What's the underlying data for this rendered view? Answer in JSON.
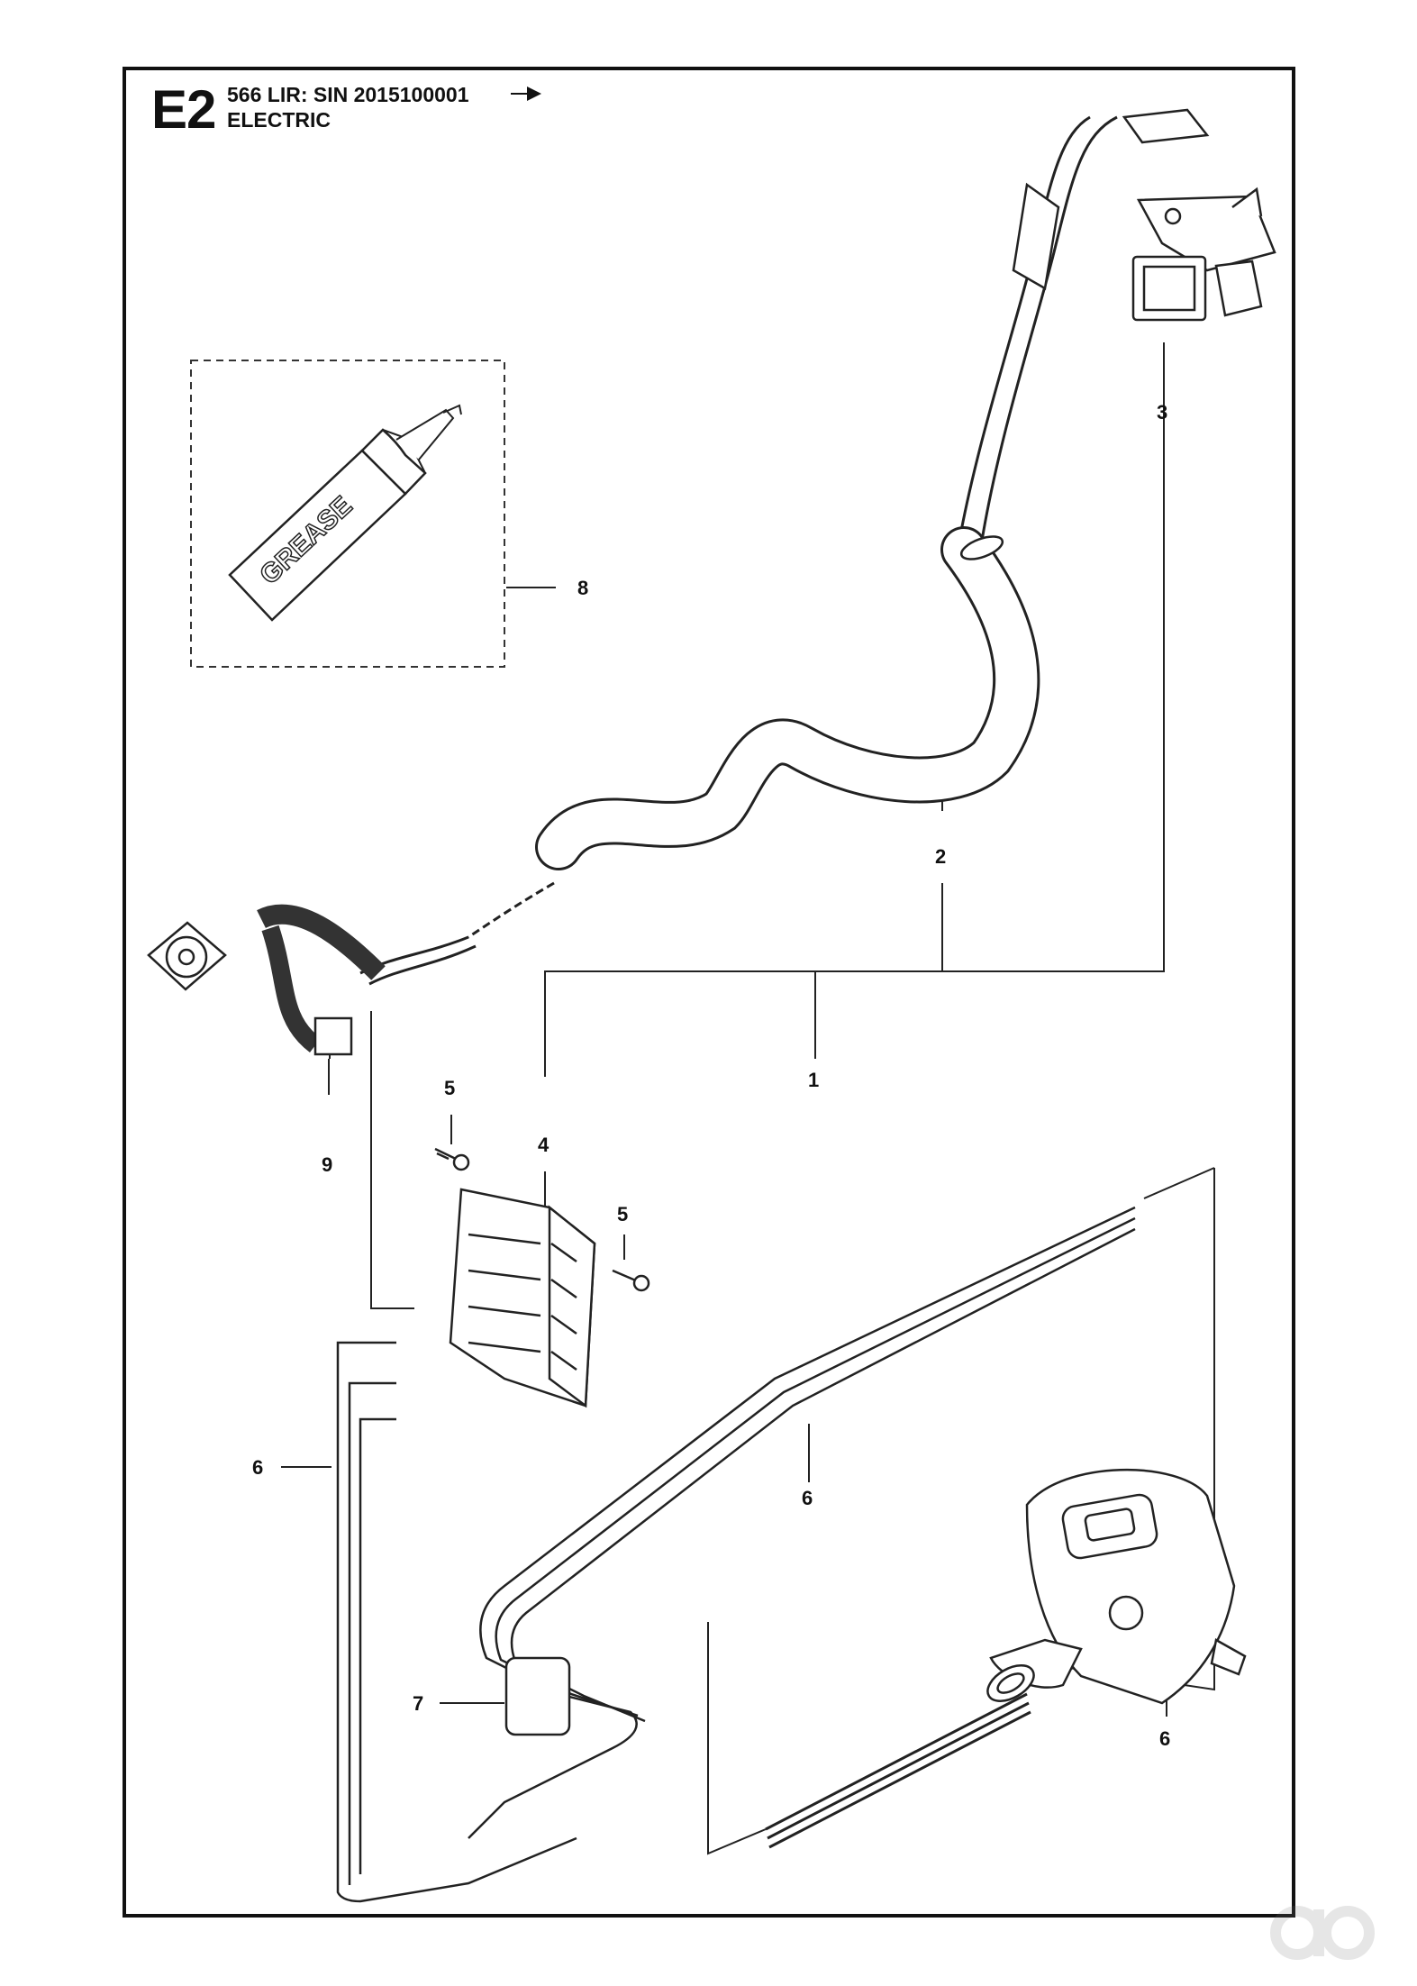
{
  "header": {
    "section_code": "E2",
    "model_line": "566 LIR: SIN  2015100001",
    "section_title": "ELECTRIC"
  },
  "parts": {
    "grease_label": "GREASE",
    "callouts": [
      "1",
      "2",
      "3",
      "4",
      "5",
      "5",
      "6",
      "6",
      "6",
      "7",
      "8",
      "9"
    ]
  },
  "icons": {
    "header_arrow": "arrow-right-icon",
    "watermark": "brand-logo-icon"
  },
  "colors": {
    "ink": "#111111",
    "paper": "#ffffff"
  }
}
